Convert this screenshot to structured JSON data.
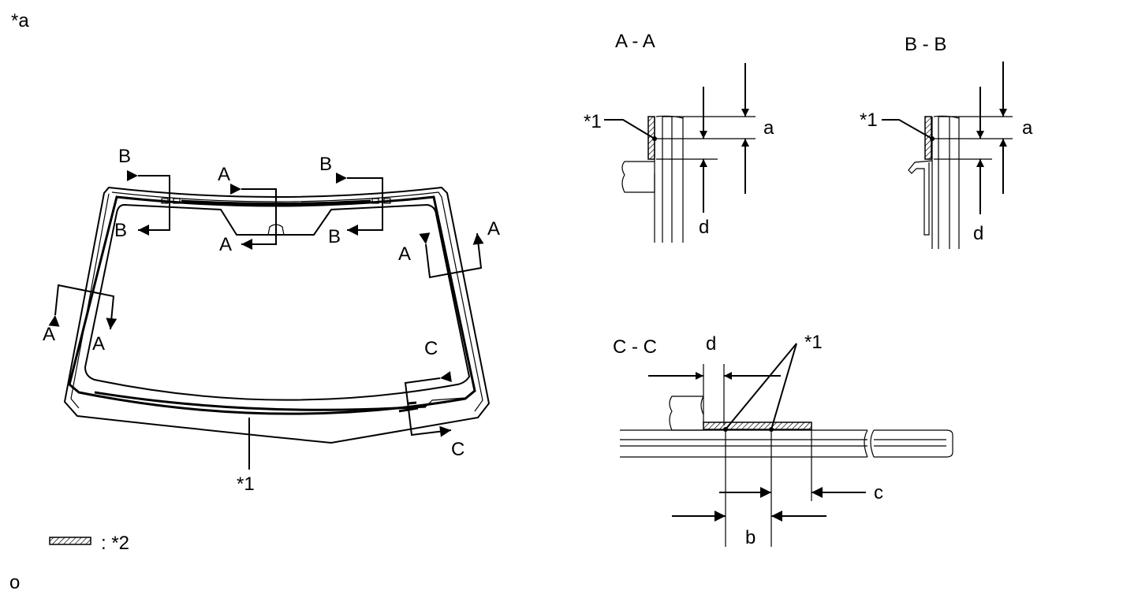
{
  "labels": {
    "corner": "*a",
    "footer": "o",
    "legend_text": ": *2",
    "star1": "*1",
    "sec_A": "A",
    "sec_B": "B",
    "sec_C": "C",
    "title_AA": "A - A",
    "title_BB": "B - B",
    "title_CC": "C - C",
    "dim_a": "a",
    "dim_b": "b",
    "dim_c": "c",
    "dim_d": "d"
  },
  "colors": {
    "line": "#000000",
    "background": "#ffffff",
    "hatch": "#000000"
  }
}
